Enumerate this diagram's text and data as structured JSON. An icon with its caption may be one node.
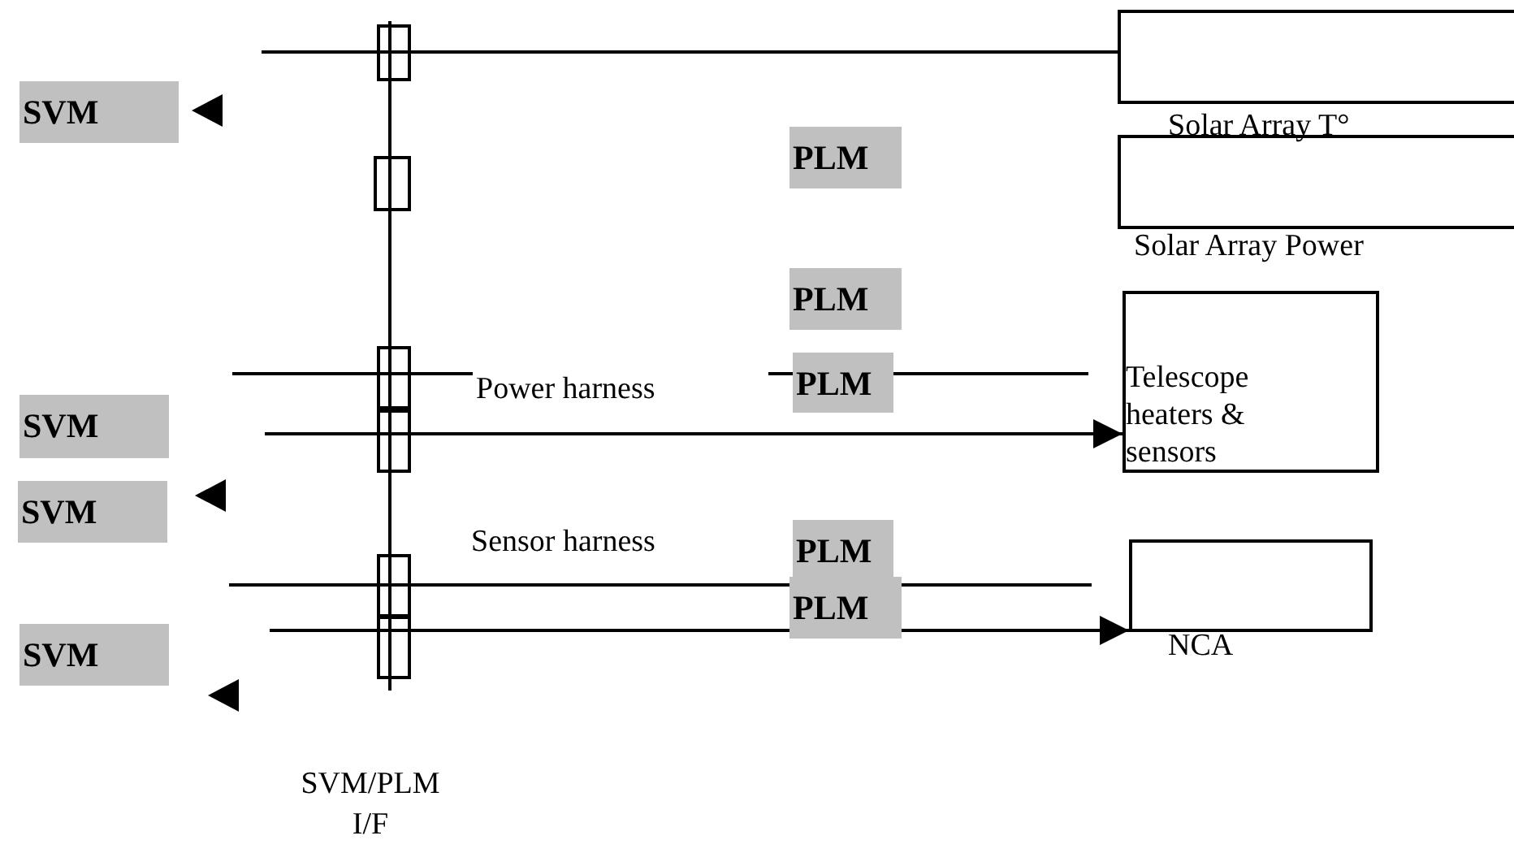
{
  "diagram": {
    "nodes": [
      {
        "text": [
          "Solar Array T°"
        ]
      },
      {
        "text": [
          "SVM"
        ]
      },
      {
        "text": [
          "PLM"
        ]
      },
      {
        "text": [
          "Solar Array Power"
        ]
      },
      {
        "text": [
          "PLM"
        ]
      },
      {
        "text": [
          "Telescope heaters & sensors"
        ]
      },
      {
        "text": [
          "PLM"
        ]
      },
      {
        "text": [
          "SVM"
        ]
      },
      {
        "text": [
          "SVM"
        ]
      },
      {
        "text": [
          "PLM"
        ]
      },
      {
        "text": [
          "PLM"
        ]
      },
      {
        "text": [
          "NCA"
        ]
      },
      {
        "text": [
          "SVM"
        ]
      }
    ],
    "edges": [
      {
        "from": null,
        "to": 0,
        "arrow": "none"
      },
      {
        "from": null,
        "to": 5,
        "arrow": "to"
      },
      {
        "from": null,
        "to": 11,
        "arrow": "to"
      }
    ],
    "labels": [
      "Power harness",
      "Sensor harness",
      "SVM/PLM I/F"
    ]
  }
}
